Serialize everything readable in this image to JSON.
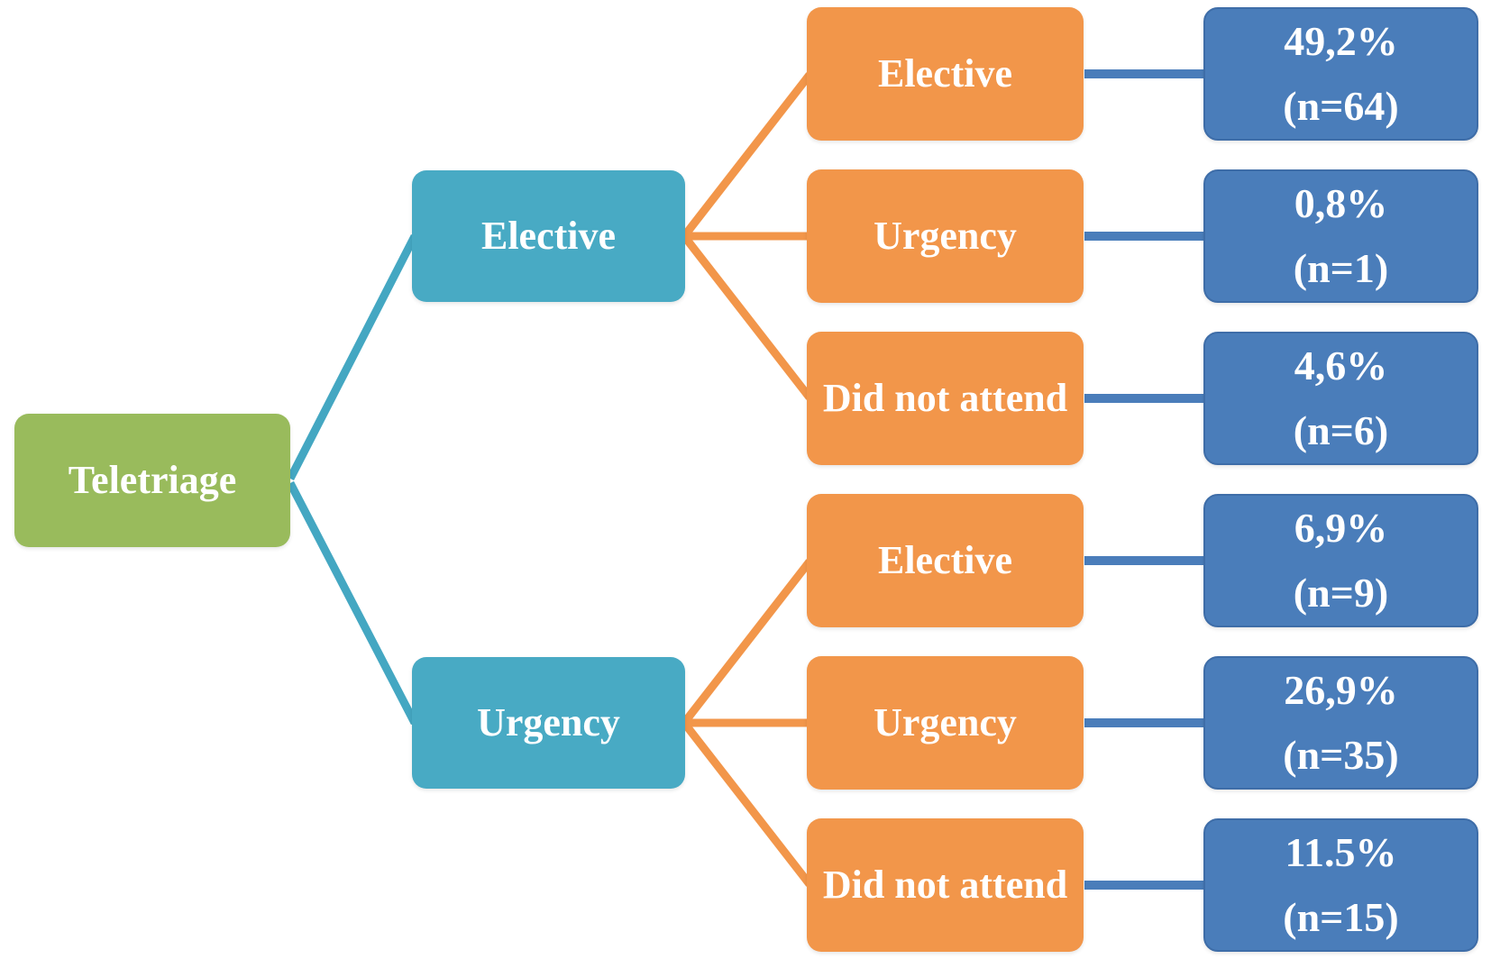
{
  "tree": {
    "root": {
      "label": "Teletriage"
    },
    "branches": [
      {
        "label": "Elective",
        "children": [
          {
            "label": "Elective",
            "percent": "49,2%",
            "n": "(n=64)"
          },
          {
            "label": "Urgency",
            "percent": "0,8%",
            "n": "(n=1)"
          },
          {
            "label": "Did not attend",
            "percent": "4,6%",
            "n": "(n=6)"
          }
        ]
      },
      {
        "label": "Urgency",
        "children": [
          {
            "label": "Elective",
            "percent": "6,9%",
            "n": "(n=9)"
          },
          {
            "label": "Urgency",
            "percent": "26,9%",
            "n": "(n=35)"
          },
          {
            "label": "Did not attend",
            "percent": "11.5%",
            "n": "(n=15)"
          }
        ]
      }
    ]
  },
  "colors": {
    "root": "#99bb5c",
    "branch": "#48aac4",
    "leaf": "#f2964a",
    "stat": "#4a7dba",
    "statBorder": "#3e6da8",
    "lineBranch": "#44a7c2",
    "lineLeaf": "#f2964a",
    "lineStat": "#4a7dba"
  }
}
